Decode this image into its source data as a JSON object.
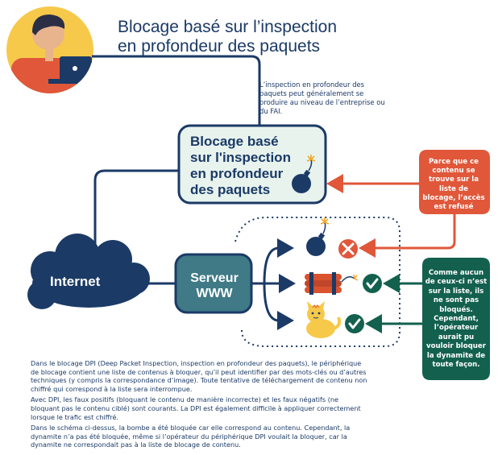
{
  "title": "Blocage basé sur l’inspection en profondeur des paquets",
  "note_top": "L’inspection en profondeur des paquets peut généralement se produire au niveau de l’entreprise ou du FAI.",
  "dpi_box_label": "Blocage basé sur l'inspection en profondeur des paquets",
  "internet_label": "Internet",
  "server_label": "Serveur WWW",
  "callout_blocked": "Parce que ce contenu se trouve sur la liste de blocage, l’accès est refusé",
  "callout_allowed": "Comme aucun de ceux-ci n’est sur la liste, ils ne sont pas bloqués. Cependant, l’opérateur aurait pu vouloir bloquer la dynamite de toute façon.",
  "body_paragraphs": [
    "Dans le blocage DPI (Deep Packet Inspection, inspection en profondeur des paquets), le périphérique de blocage contient une liste de contenus à bloquer, qu’il peut identifier par des mots-clés ou d’autres techniques (y compris la correspondance d’image). Toute tentative de téléchargement de contenu non chiffré qui correspond à la liste sera interrompue.",
    "Avec DPI, les faux positifs (bloquant le contenu de manière incorrecte) et les faux négatifs (ne bloquant pas le contenu ciblé) sont courants. La DPI est également difficile à appliquer correctement lorsque le trafic est chiffré.",
    "Dans le schéma ci-dessus, la bombe a été bloquée car elle correspond au contenu. Cependant, la dynamite n’a pas été bloquée, même si l’opérateur du périphérique DPI voulait la bloquer, car la dynamite ne correspondait pas à la liste de blocage de contenu."
  ],
  "colors": {
    "navy": "#1b3a66",
    "teal": "#3f7a86",
    "box_fill": "#e8f3ee",
    "red": "#e0573a",
    "green": "#13604f",
    "yellow": "#f7c94a"
  },
  "icons": [
    "person-at-laptop-icon",
    "bomb-icon",
    "dynamite-icon",
    "cat-icon",
    "cross-icon",
    "check-icon"
  ]
}
